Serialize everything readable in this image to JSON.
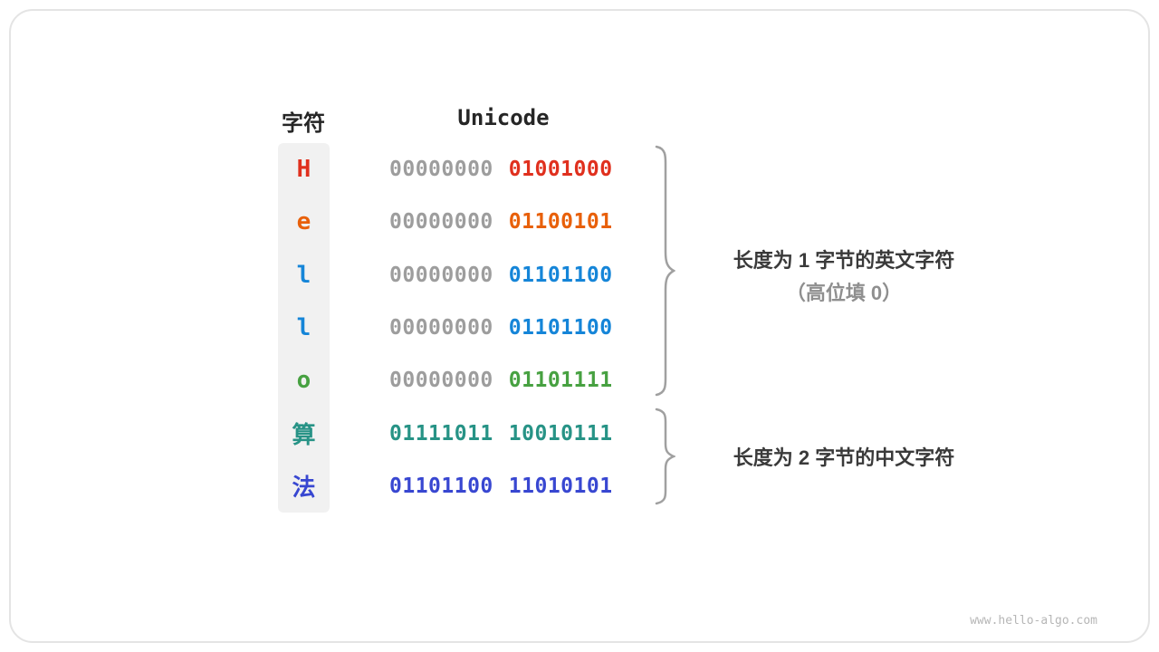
{
  "table": {
    "headers": {
      "char": "字符",
      "unicode": "Unicode"
    },
    "rows": [
      {
        "char": "H",
        "color": "#e0301e",
        "byte1": "00000000",
        "byte1_color": "#9d9d9d",
        "byte2": "01001000",
        "byte2_color": "#e0301e"
      },
      {
        "char": "e",
        "color": "#e8600a",
        "byte1": "00000000",
        "byte1_color": "#9d9d9d",
        "byte2": "01100101",
        "byte2_color": "#e8600a"
      },
      {
        "char": "l",
        "color": "#1585d8",
        "byte1": "00000000",
        "byte1_color": "#9d9d9d",
        "byte2": "01101100",
        "byte2_color": "#1585d8"
      },
      {
        "char": "l",
        "color": "#1585d8",
        "byte1": "00000000",
        "byte1_color": "#9d9d9d",
        "byte2": "01101100",
        "byte2_color": "#1585d8"
      },
      {
        "char": "o",
        "color": "#47a141",
        "byte1": "00000000",
        "byte1_color": "#9d9d9d",
        "byte2": "01101111",
        "byte2_color": "#47a141"
      },
      {
        "char": "算",
        "color": "#279386",
        "byte1": "01111011",
        "byte1_color": "#279386",
        "byte2": "10010111",
        "byte2_color": "#279386"
      },
      {
        "char": "法",
        "color": "#3847d1",
        "byte1": "01101100",
        "byte1_color": "#3847d1",
        "byte2": "11010101",
        "byte2_color": "#3847d1"
      }
    ]
  },
  "annotations": {
    "english": {
      "line1": "长度为 1 字节的英文字符",
      "line2": "（高位填 0）"
    },
    "chinese": {
      "line1": "长度为 2 字节的中文字符"
    }
  },
  "colors": {
    "muted_binary": "#9d9d9d",
    "brace": "#a0a0a0",
    "char_column_bg": "#f1f1f1"
  },
  "page": {
    "watermark": "www.hello-algo.com"
  }
}
